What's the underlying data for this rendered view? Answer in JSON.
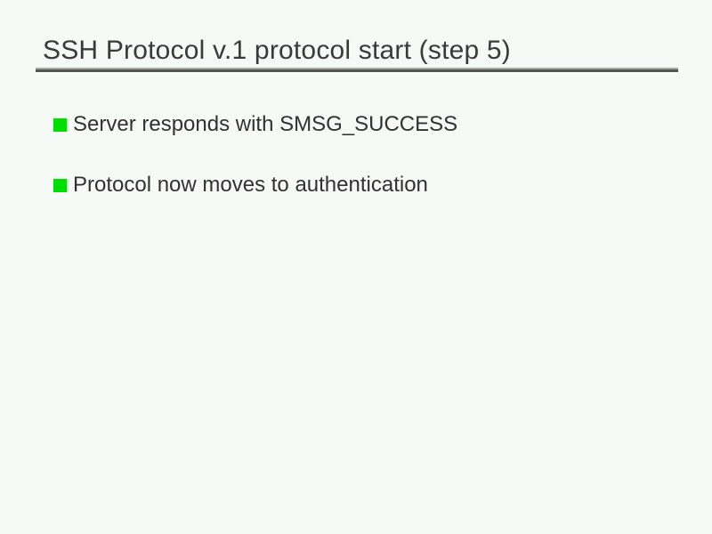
{
  "slide": {
    "title": "SSH Protocol v.1 protocol start (step 5)",
    "bullets": [
      "Server responds with SMSG_SUCCESS",
      "Protocol now moves to authentication"
    ],
    "colors": {
      "background": "#f5faf6",
      "title_text": "#3a3a3a",
      "body_text": "#323232",
      "bullet_green": "#00dd00",
      "rule_light": "#a6aaa3",
      "rule_dark": "#54574f"
    }
  }
}
